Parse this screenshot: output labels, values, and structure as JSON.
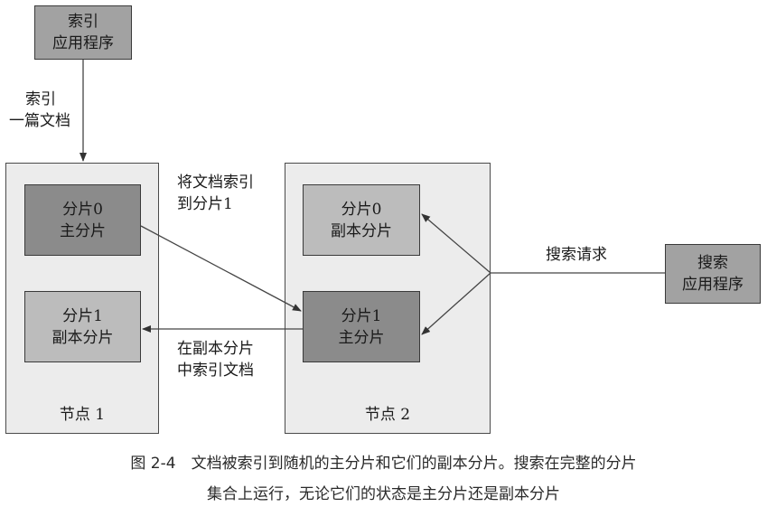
{
  "index_app": {
    "line1": "索引",
    "line2": "应用程序"
  },
  "index_doc_label": {
    "line1": "索引",
    "line2": "一篇文档"
  },
  "node1": {
    "label": "节点 1",
    "shard_primary": {
      "line1": "分片0",
      "line2": "主分片"
    },
    "shard_replica": {
      "line1": "分片1",
      "line2": "副本分片"
    }
  },
  "node2": {
    "label": "节点 2",
    "shard_replica": {
      "line1": "分片0",
      "line2": "副本分片"
    },
    "shard_primary": {
      "line1": "分片1",
      "line2": "主分片"
    }
  },
  "route_label": {
    "line1": "将文档索引",
    "line2": "到分片1"
  },
  "replicate_label": {
    "line1": "在副本分片",
    "line2": "中索引文档"
  },
  "search_request_label": "搜索请求",
  "search_app": {
    "line1": "搜索",
    "line2": "应用程序"
  },
  "caption": {
    "line1": "图 2-4　文档被索引到随机的主分片和它们的副本分片。搜索在完整的分片",
    "line2": "集合上运行，无论它们的状态是主分片还是副本分片"
  },
  "colors": {
    "app_box": "#a2a2a2",
    "primary_shard": "#8b8b8b",
    "replica_shard": "#bcbcbc",
    "node_bg": "#ececec"
  }
}
